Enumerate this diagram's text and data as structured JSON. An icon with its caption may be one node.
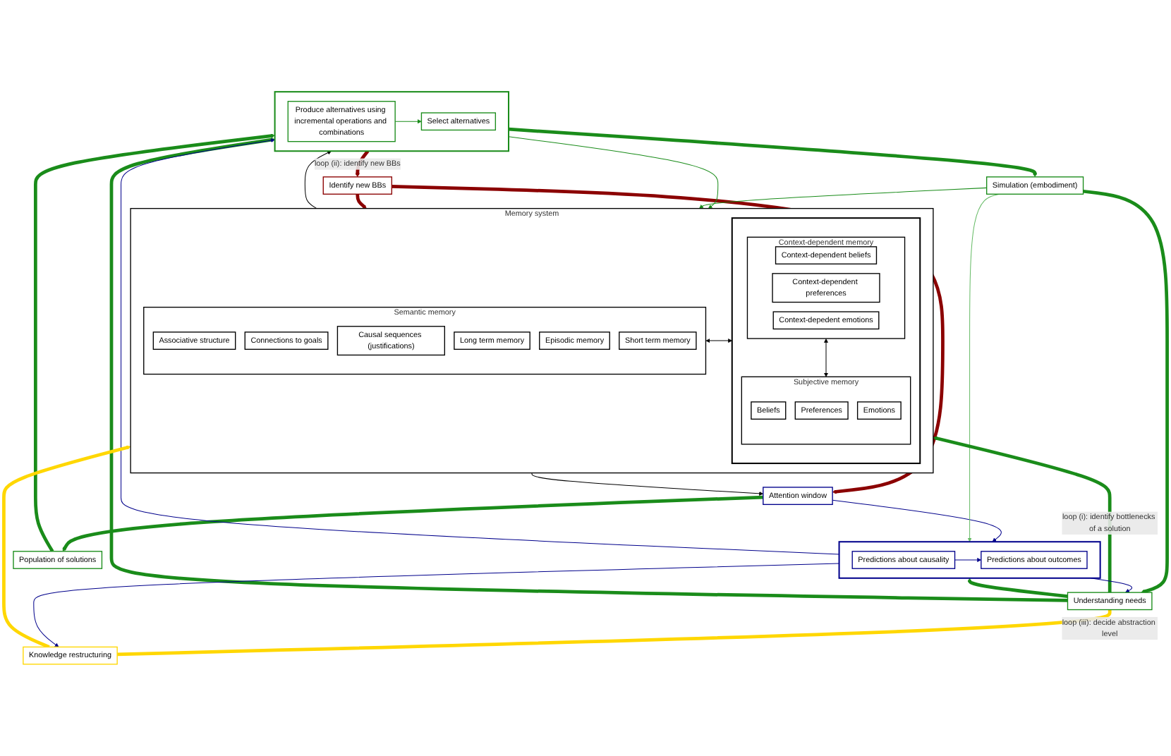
{
  "diagram": {
    "nodes": [
      {
        "text": [
          "Memory system"
        ]
      },
      {
        "text": [
          "Semantic memory"
        ],
        "in": 0
      },
      {
        "text": [
          "Associative structure"
        ],
        "in": 1
      },
      {
        "text": [
          "Connections to goals"
        ],
        "in": 1
      },
      {
        "text": [
          "Causal sequences (justifications)"
        ],
        "in": 1
      },
      {
        "text": [
          "Long term memory"
        ],
        "in": 1
      },
      {
        "text": [
          "Episodic memory"
        ],
        "in": 1
      },
      {
        "text": [
          "Short term memory"
        ],
        "in": 1
      },
      {
        "text": [],
        "shape": "box",
        "in": 0
      },
      {
        "text": [
          "Context-dependent memory"
        ],
        "in": 8
      },
      {
        "text": [
          "Context-dependent beliefs"
        ],
        "in": 9
      },
      {
        "text": [
          "Context-dependent preferences"
        ],
        "in": 9
      },
      {
        "text": [
          "Context-depedent emotions"
        ],
        "in": 9
      },
      {
        "text": [
          "Subjective memory"
        ],
        "in": 8
      },
      {
        "text": [
          "Beliefs"
        ],
        "in": 13
      },
      {
        "text": [
          "Preferences"
        ],
        "in": 13
      },
      {
        "text": [
          "Emotions"
        ],
        "in": 13
      },
      {
        "text": [
          "Attention window"
        ]
      },
      {
        "text": [],
        "shape": "box"
      },
      {
        "text": [
          "Predictions about causality"
        ],
        "in": 18
      },
      {
        "text": [
          "Predictions about outcomes"
        ],
        "in": 18
      },
      {
        "text": [
          "Population of solutions"
        ]
      },
      {
        "text": [],
        "shape": "box"
      },
      {
        "text": [
          "Produce alternatives using incremental operations and combinations"
        ],
        "in": 22
      },
      {
        "text": [
          "Select alternatives"
        ],
        "in": 22
      },
      {
        "text": [
          "Simulation (embodiment)"
        ]
      },
      {
        "text": [
          "Understanding needs"
        ]
      },
      {
        "text": [
          "Identify new BBs"
        ]
      },
      {
        "text": [
          "Knowledge restructuring"
        ]
      }
    ],
    "edges": [
      {
        "from": 1,
        "to": 8,
        "arrow": "both",
        "color": "#000000"
      },
      {
        "from": 9,
        "to": 13,
        "arrow": "both",
        "color": "#000000"
      },
      {
        "from": 0,
        "to": 17,
        "arrow": "to",
        "color": "#000000"
      },
      {
        "from": 0,
        "to": 22,
        "arrow": "to",
        "color": "#000000"
      },
      {
        "from": 22,
        "to": 0,
        "arrow": "to"
      },
      {
        "from": 17,
        "to": 18,
        "arrow": "to",
        "color": "#00008b"
      },
      {
        "from": 19,
        "to": 20,
        "arrow": "to",
        "color": "#00008b"
      },
      {
        "from": 17,
        "to": 21,
        "arrow": "to",
        "style": "thick"
      },
      {
        "from": 21,
        "to": 22,
        "arrow": "to",
        "style": "thick"
      },
      {
        "from": 23,
        "to": 24,
        "arrow": "to"
      },
      {
        "from": 22,
        "to": 25,
        "arrow": "to",
        "style": "thick"
      },
      {
        "from": 25,
        "to": 26,
        "arrow": "to",
        "style": "thick"
      },
      {
        "from": 25,
        "to": 0,
        "arrow": "to"
      },
      {
        "from": 25,
        "to": 18,
        "arrow": "to",
        "color": "#66bb66"
      },
      {
        "from": 26,
        "to": 0,
        "arrow": "to",
        "style": "thick",
        "label": "loop (i): identify bottlenecks of a solution"
      },
      {
        "from": 26,
        "to": 18,
        "arrow": "to",
        "style": "thick"
      },
      {
        "from": 26,
        "to": 22,
        "arrow": "to",
        "style": "thick"
      },
      {
        "from": 18,
        "to": 22,
        "arrow": "to",
        "color": "#00008b"
      },
      {
        "from": 18,
        "to": 26,
        "arrow": "to",
        "color": "#00008b"
      },
      {
        "from": 18,
        "to": 28,
        "arrow": "to",
        "color": "#00008b"
      },
      {
        "from": 22,
        "to": 27,
        "arrow": "to",
        "style": "thick",
        "color": "#8b0000",
        "label": "loop (ii): identify new BBs"
      },
      {
        "from": 27,
        "to": 17,
        "arrow": "to",
        "style": "thick",
        "color": "#8b0000"
      },
      {
        "from": 27,
        "to": 0,
        "arrow": "to",
        "style": "thick",
        "color": "#8b0000"
      },
      {
        "from": 26,
        "to": 28,
        "arrow": "none",
        "style": "thick",
        "color": "#ffd700",
        "label": "loop (iii): decide abstraction level"
      },
      {
        "from": 28,
        "to": 0,
        "arrow": "to",
        "style": "thick",
        "color": "#ffd700"
      }
    ]
  }
}
